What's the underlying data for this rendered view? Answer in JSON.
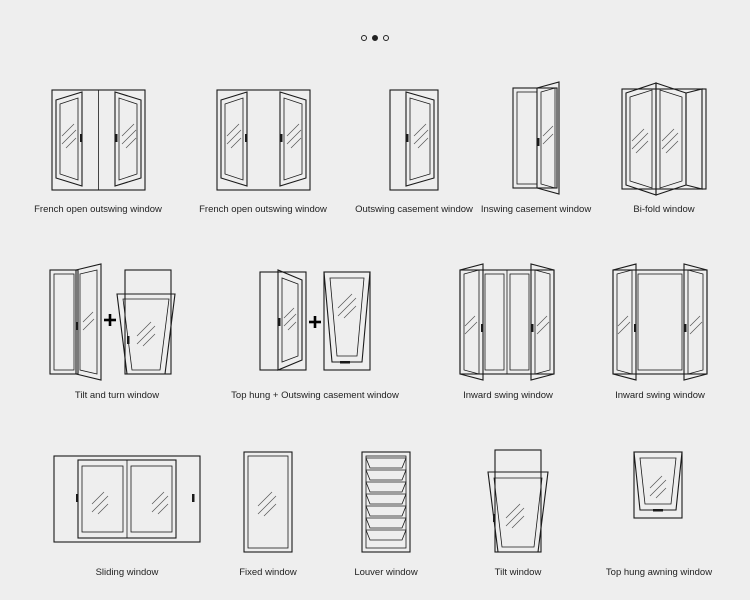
{
  "pager": {
    "total": 3,
    "active_index": 1
  },
  "windows": [
    {
      "caption": "French open outswing window",
      "icon": "french-outswing-window-icon"
    },
    {
      "caption": "French open outswing window",
      "icon": "french-outswing-window-icon"
    },
    {
      "caption": "Outswing casement window",
      "icon": "outswing-casement-window-icon"
    },
    {
      "caption": "Inswing casement window",
      "icon": "inswing-casement-window-icon"
    },
    {
      "caption": "Bi-fold window",
      "icon": "bi-fold-window-icon"
    },
    {
      "caption": "Tilt and turn window",
      "icon": "tilt-and-turn-window-icon"
    },
    {
      "caption": "Top hung + Outswing casement window",
      "icon": "top-hung-outswing-casement-window-icon"
    },
    {
      "caption": "Inward swing window",
      "icon": "inward-swing-window-icon"
    },
    {
      "caption": "Inward swing window",
      "icon": "inward-swing-window-icon"
    },
    {
      "caption": "Sliding window",
      "icon": "sliding-window-icon"
    },
    {
      "caption": "Fixed window",
      "icon": "fixed-window-icon"
    },
    {
      "caption": "Louver window",
      "icon": "louver-window-icon"
    },
    {
      "caption": "Tilt window",
      "icon": "tilt-window-icon"
    },
    {
      "caption": "Top hung awning window",
      "icon": "top-hung-awning-window-icon"
    }
  ]
}
